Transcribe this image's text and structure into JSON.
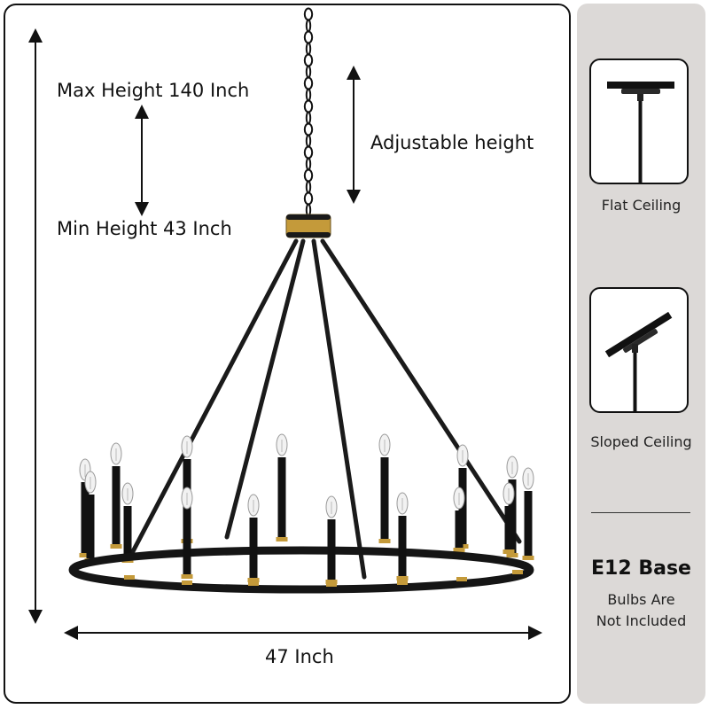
{
  "dimensions": {
    "max_height": "Max Height 140 Inch",
    "min_height": "Min Height 43 Inch",
    "adjustable": "Adjustable height",
    "width": "47 Inch"
  },
  "mounting": {
    "flat": "Flat Ceiling",
    "sloped": "Sloped Ceiling"
  },
  "bulb": {
    "base": "E12 Base",
    "note_line1": "Bulbs Are",
    "note_line2": "Not Included"
  },
  "colors": {
    "frame": "#111111",
    "brass": "#c49a3a",
    "panel_bg": "#dcd9d7"
  },
  "chandelier": {
    "light_count": 16
  }
}
